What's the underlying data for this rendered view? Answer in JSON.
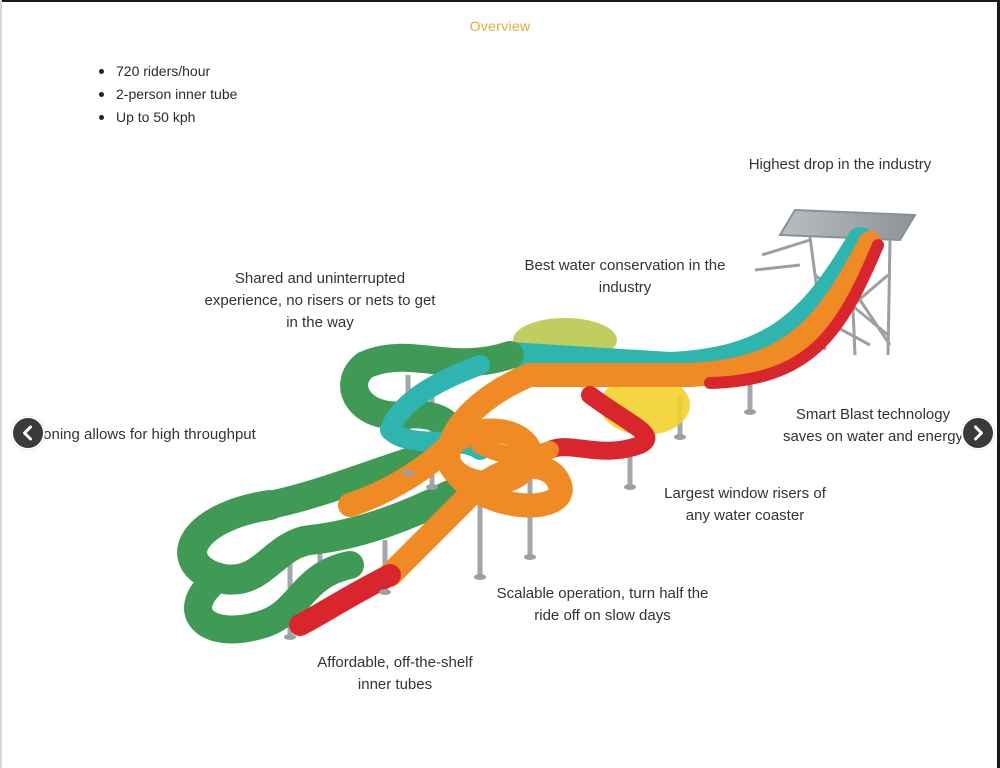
{
  "header": {
    "title": "Overview"
  },
  "features": [
    {
      "text": "720 riders/hour"
    },
    {
      "text": "2-person inner tube"
    },
    {
      "text": "Up to 50 kph"
    }
  ],
  "callouts": {
    "highest_drop": "Highest drop in the industry",
    "shared_experience": "Shared and uninterrupted\nexperience, no risers or nets to get\nin the way",
    "water_conservation": "Best water conservation in the\nindustry",
    "zoning": "Zoning allows for high throughput",
    "smart_blast": "Smart Blast technology\nsaves on water and energy",
    "window_risers": "Largest window risers of\nany water coaster",
    "scalable": "Scalable operation, turn half the\nride off on slow days",
    "inner_tubes": "Affordable, off-the-shelf\ninner tubes"
  },
  "navigation": {
    "prev_icon": "chevron-left-icon",
    "next_icon": "chevron-right-icon"
  },
  "colors": {
    "accent": "#e8a93a",
    "slide_green": "#3f9a56",
    "slide_teal": "#2fb5b0",
    "slide_orange": "#f08a24",
    "slide_red": "#d8262c",
    "slide_yellow": "#f2d12e"
  }
}
